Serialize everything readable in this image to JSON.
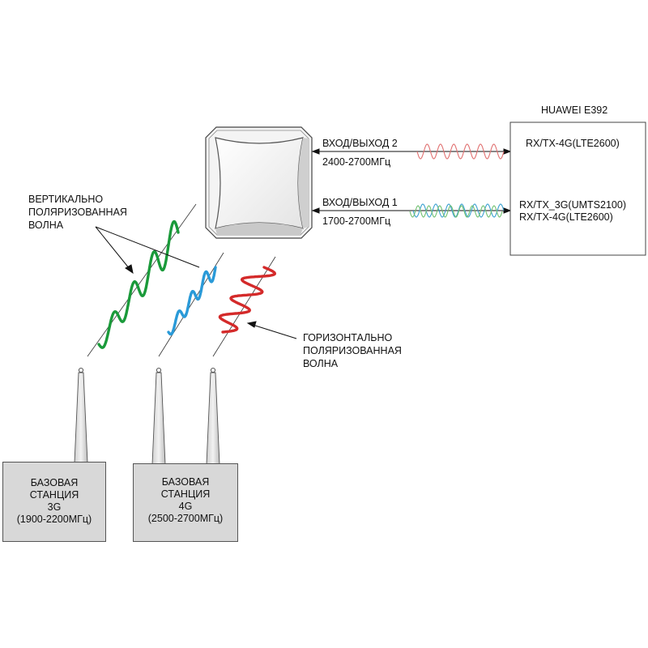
{
  "modem": {
    "title": "HUAWEI E392",
    "channel_4g": "RX/TX-4G(LTE2600)",
    "channel_3g": "RX/TX_3G(UMTS2100)",
    "channel_4g_second": "RX/TX-4G(LTE2600)"
  },
  "ports": {
    "port2_label": "ВХОД/ВЫХОД 2",
    "port2_range": "2400-2700МГц",
    "port1_label": "ВХОД/ВЫХОД 1",
    "port1_range": "1700-2700МГц"
  },
  "vertical_wave": {
    "line1": "ВЕРТИКАЛЬНО",
    "line2": "ПОЛЯРИЗОВАННАЯ",
    "line3": "ВОЛНА"
  },
  "horizontal_wave": {
    "line1": "ГОРИЗОНТАЛЬНО",
    "line2": "ПОЛЯРИЗОВАННАЯ",
    "line3": "ВОЛНА"
  },
  "station_3g": {
    "line1": "БАЗОВАЯ",
    "line2": "СТАНЦИЯ",
    "line3": "3G",
    "line4": "(1900-2200МГц)"
  },
  "station_4g": {
    "line1": "БАЗОВАЯ",
    "line2": "СТАНЦИЯ",
    "line3": "4G",
    "line4": "(2500-2700МГц)"
  },
  "colors": {
    "green_wave": "#1a9a3a",
    "blue_wave": "#2a9ad8",
    "red_wave": "#d42a2a",
    "station_fill": "#d8d8d8",
    "antenna_fill": "#e8e8e8"
  }
}
